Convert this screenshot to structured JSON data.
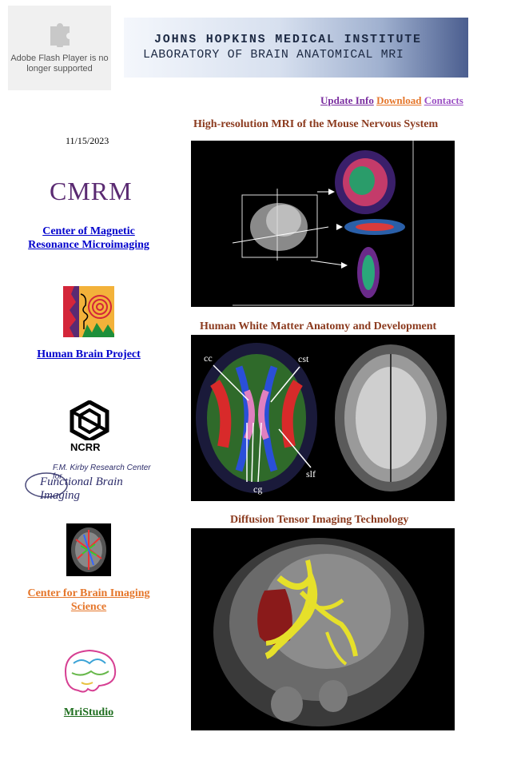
{
  "flash": {
    "message": "Adobe Flash Player is no longer supported"
  },
  "banner": {
    "line1": "JOHNS HOPKINS MEDICAL INSTITUTE",
    "line2": "LABORATORY OF BRAIN ANATOMICAL MRI"
  },
  "nav": {
    "items": [
      "Update Info",
      "Download",
      "Contacts"
    ]
  },
  "date": "11/15/2023",
  "left": {
    "cmrm_logo_text": "CMRM",
    "cmrm_link": "Center of Magnetic Resonance Microimaging",
    "hbp_link": "Human Brain Project",
    "ncrr_text": "NCRR",
    "kirby_line1": "F.M. Kirby Research Center for",
    "kirby_line2": "Functional Brain Imaging",
    "cbis_link": "Center for Brain Imaging Science",
    "mristudio_link": "MriStudio"
  },
  "sections": {
    "mouse_title": "High-resolution MRI of the Mouse Nervous System",
    "human_title": "Human White Matter Anatomy and Development",
    "dti_title": "Diffusion Tensor Imaging Technology"
  },
  "human_labels": {
    "cc": "cc",
    "cst": "cst",
    "slf": "slf",
    "cg": "cg"
  },
  "colors": {
    "link_blue": "#0000cc",
    "link_purple": "#7b2fa0",
    "link_orange": "#e5762a",
    "link_green": "#1f6e1f",
    "section_title": "#8b3a1e"
  }
}
